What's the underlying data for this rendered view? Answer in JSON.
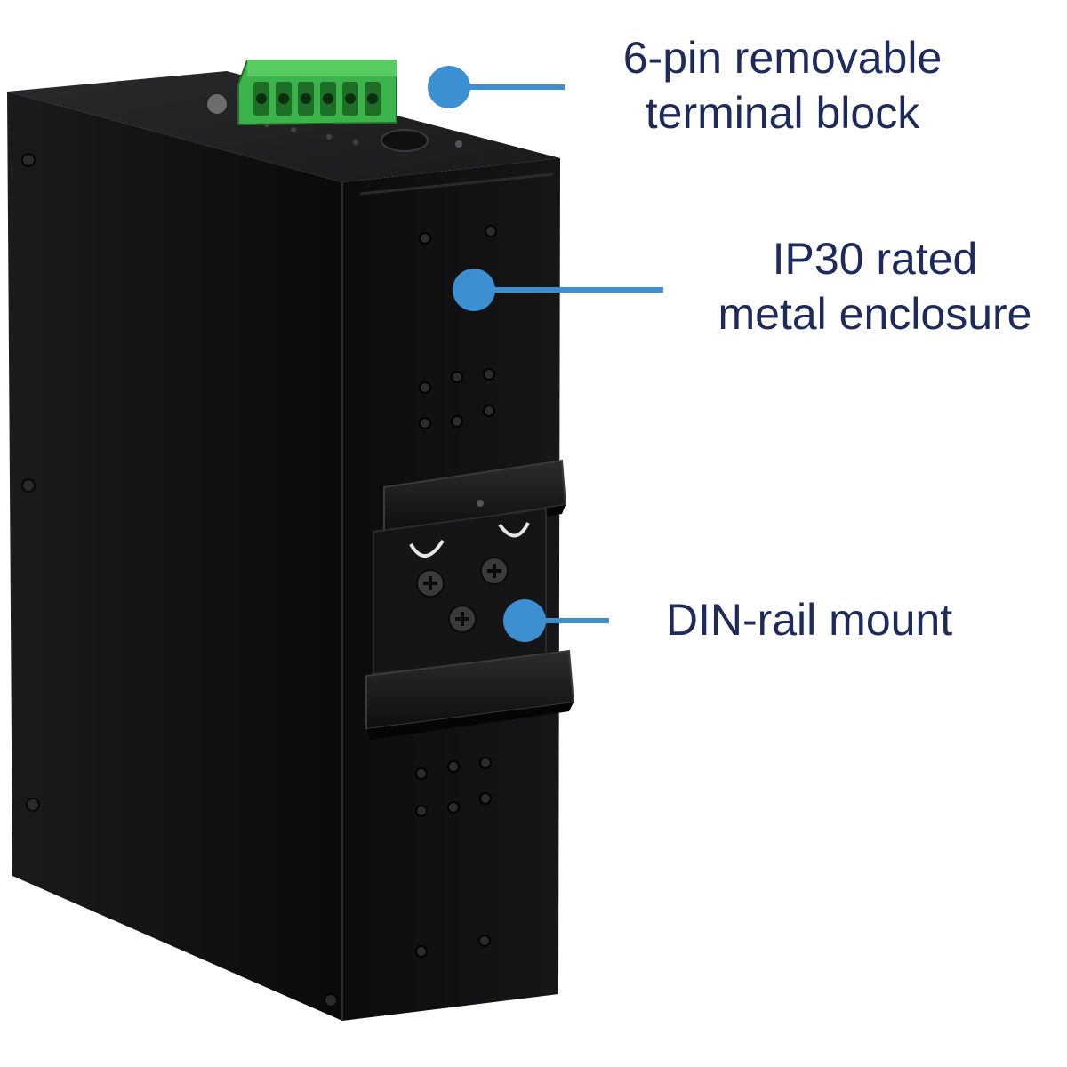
{
  "colors": {
    "callout_text": "#1c2a5c",
    "callout_marker": "#3c8fd0",
    "enclosure": "#0f0f10",
    "terminal_block": "#3cb44b"
  },
  "callouts": [
    {
      "id": "terminal-block",
      "lines": [
        "6-pin removable",
        "terminal block"
      ],
      "marker_icon": "dot-leader"
    },
    {
      "id": "enclosure",
      "lines": [
        "IP30 rated",
        "metal enclosure"
      ],
      "marker_icon": "dot-leader"
    },
    {
      "id": "din-rail",
      "lines": [
        "DIN-rail mount"
      ],
      "marker_icon": "dot-leader"
    }
  ]
}
